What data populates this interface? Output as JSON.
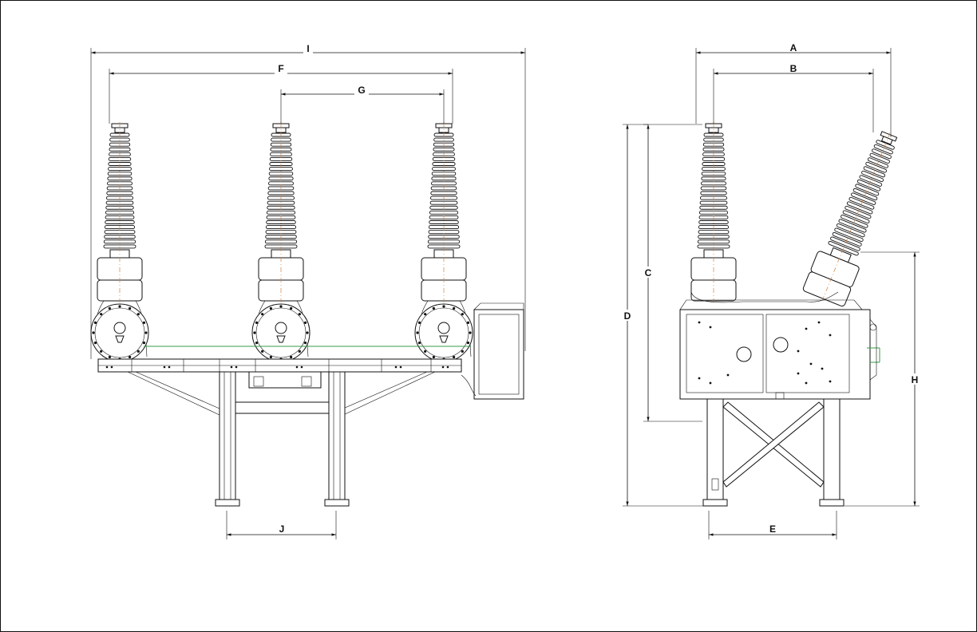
{
  "dimensions": {
    "I": "I",
    "F": "F",
    "G": "G",
    "J": "J",
    "A": "A",
    "B": "B",
    "C": "C",
    "D": "D",
    "E": "E",
    "H": "H"
  },
  "colors": {
    "line": "#111111",
    "centerline": "#d08040",
    "ground": "#3a9a4a"
  }
}
